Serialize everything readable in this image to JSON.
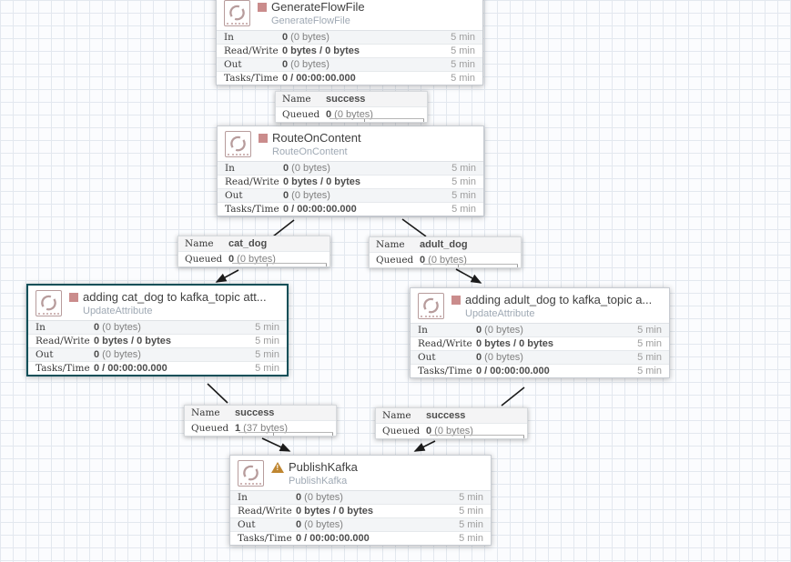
{
  "colors": {
    "stopped_square": "#ca8c8c",
    "warning_triangle": "#bf8630",
    "selected_border": "#0c4f58",
    "canvas_grid": "#e3e8ef",
    "processor_icon": "#b79c9c"
  },
  "processors": [
    {
      "title": "GenerateFlowFile",
      "type": "GenerateFlowFile",
      "status": "stopped",
      "stats": [
        {
          "label": "In",
          "value_bold": "0",
          "value_rest": " (0 bytes)",
          "window": "5 min"
        },
        {
          "label": "Read/Write",
          "value_bold": "0 bytes / 0 bytes",
          "value_rest": "",
          "window": "5 min"
        },
        {
          "label": "Out",
          "value_bold": "0",
          "value_rest": " (0 bytes)",
          "window": "5 min"
        },
        {
          "label": "Tasks/Time",
          "value_bold": "0 / 00:00:00.000",
          "value_rest": "",
          "window": "5 min"
        }
      ]
    },
    {
      "title": "RouteOnContent",
      "type": "RouteOnContent",
      "status": "stopped",
      "stats": [
        {
          "label": "In",
          "value_bold": "0",
          "value_rest": " (0 bytes)",
          "window": "5 min"
        },
        {
          "label": "Read/Write",
          "value_bold": "0 bytes / 0 bytes",
          "value_rest": "",
          "window": "5 min"
        },
        {
          "label": "Out",
          "value_bold": "0",
          "value_rest": " (0 bytes)",
          "window": "5 min"
        },
        {
          "label": "Tasks/Time",
          "value_bold": "0 / 00:00:00.000",
          "value_rest": "",
          "window": "5 min"
        }
      ]
    },
    {
      "title": "adding cat_dog to kafka_topic att...",
      "type": "UpdateAttribute",
      "status": "stopped",
      "stats": [
        {
          "label": "In",
          "value_bold": "0",
          "value_rest": " (0 bytes)",
          "window": "5 min"
        },
        {
          "label": "Read/Write",
          "value_bold": "0 bytes / 0 bytes",
          "value_rest": "",
          "window": "5 min"
        },
        {
          "label": "Out",
          "value_bold": "0",
          "value_rest": " (0 bytes)",
          "window": "5 min"
        },
        {
          "label": "Tasks/Time",
          "value_bold": "0 / 00:00:00.000",
          "value_rest": "",
          "window": "5 min"
        }
      ]
    },
    {
      "title": "adding adult_dog to kafka_topic a...",
      "type": "UpdateAttribute",
      "status": "stopped",
      "stats": [
        {
          "label": "In",
          "value_bold": "0",
          "value_rest": " (0 bytes)",
          "window": "5 min"
        },
        {
          "label": "Read/Write",
          "value_bold": "0 bytes / 0 bytes",
          "value_rest": "",
          "window": "5 min"
        },
        {
          "label": "Out",
          "value_bold": "0",
          "value_rest": " (0 bytes)",
          "window": "5 min"
        },
        {
          "label": "Tasks/Time",
          "value_bold": "0 / 00:00:00.000",
          "value_rest": "",
          "window": "5 min"
        }
      ]
    },
    {
      "title": "PublishKafka",
      "type": "PublishKafka",
      "status": "invalid-warning",
      "stats": [
        {
          "label": "In",
          "value_bold": "0",
          "value_rest": " (0 bytes)",
          "window": "5 min"
        },
        {
          "label": "Read/Write",
          "value_bold": "0 bytes / 0 bytes",
          "value_rest": "",
          "window": "5 min"
        },
        {
          "label": "Out",
          "value_bold": "0",
          "value_rest": " (0 bytes)",
          "window": "5 min"
        },
        {
          "label": "Tasks/Time",
          "value_bold": "0 / 00:00:00.000",
          "value_rest": "",
          "window": "5 min"
        }
      ]
    }
  ],
  "connections": [
    {
      "name_key": "Name",
      "name_value": "success",
      "queued_key": "Queued",
      "queued_bold": "0",
      "queued_rest": " (0 bytes)"
    },
    {
      "name_key": "Name",
      "name_value": "cat_dog",
      "queued_key": "Queued",
      "queued_bold": "0",
      "queued_rest": " (0 bytes)"
    },
    {
      "name_key": "Name",
      "name_value": "adult_dog",
      "queued_key": "Queued",
      "queued_bold": "0",
      "queued_rest": " (0 bytes)"
    },
    {
      "name_key": "Name",
      "name_value": "success",
      "queued_key": "Queued",
      "queued_bold": "1",
      "queued_rest": " (37 bytes)"
    },
    {
      "name_key": "Name",
      "name_value": "success",
      "queued_key": "Queued",
      "queued_bold": "0",
      "queued_rest": " (0 bytes)"
    }
  ]
}
